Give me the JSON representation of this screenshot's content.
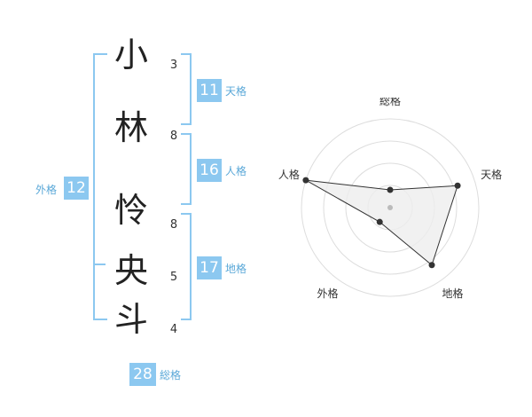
{
  "name": {
    "characters": [
      {
        "char": "小",
        "strokes": "3"
      },
      {
        "char": "林",
        "strokes": "8"
      },
      {
        "char": "怜",
        "strokes": "8"
      },
      {
        "char": "央",
        "strokes": "5"
      },
      {
        "char": "斗",
        "strokes": "4"
      }
    ]
  },
  "kakusu": {
    "tenkaku": {
      "value": "11",
      "label": "天格"
    },
    "jinkaku": {
      "value": "16",
      "label": "人格"
    },
    "chikaku": {
      "value": "17",
      "label": "地格"
    },
    "gaikaku": {
      "value": "12",
      "label": "外格"
    },
    "soukaku": {
      "value": "28",
      "label": "総格"
    }
  },
  "chart_data": {
    "type": "radar",
    "axes": [
      "総格",
      "天格",
      "地格",
      "外格",
      "人格"
    ],
    "values": [
      0.2,
      0.8,
      0.8,
      0.2,
      1.0
    ],
    "range": [
      0,
      1
    ],
    "rings": 4,
    "colors": {
      "fill": "#eeeeee",
      "line": "#333333",
      "grid": "#dddddd",
      "point": "#333333"
    }
  }
}
